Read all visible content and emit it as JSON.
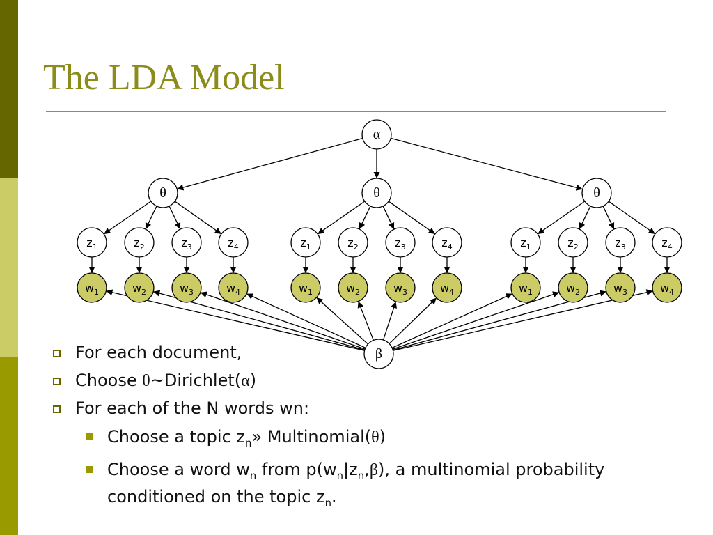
{
  "slide": {
    "title": "The LDA Model"
  },
  "diagram": {
    "alpha": "α",
    "beta": "β",
    "theta": "θ",
    "z_prefix": "z",
    "w_prefix": "w",
    "subscripts": [
      "1",
      "2",
      "3",
      "4"
    ],
    "document_count": 3,
    "colors": {
      "observed_fill": "#cccc66",
      "stroke": "#000000"
    }
  },
  "bullets": {
    "b1": "For each document,",
    "b2_pre": "Choose ",
    "b2_theta": "θ",
    "b2_mid": "~Dirichlet(",
    "b2_alpha": "α",
    "b2_post": ")",
    "b3": "For each of the N words wn:",
    "s1_pre": "Choose a topic z",
    "s1_sub": "n",
    "s1_mid": "» Multinomial(",
    "s1_theta": "θ",
    "s1_post": ")",
    "s2_pre": "Choose a word w",
    "s2_sub1": "n",
    "s2_mid1": " from p(w",
    "s2_sub2": "n",
    "s2_mid2": "|z",
    "s2_sub3": "n",
    "s2_mid3": ",",
    "s2_beta": "β",
    "s2_post": "), a multinomial probability conditioned on the topic z",
    "s2_sub4": "n",
    "s2_end": "."
  }
}
